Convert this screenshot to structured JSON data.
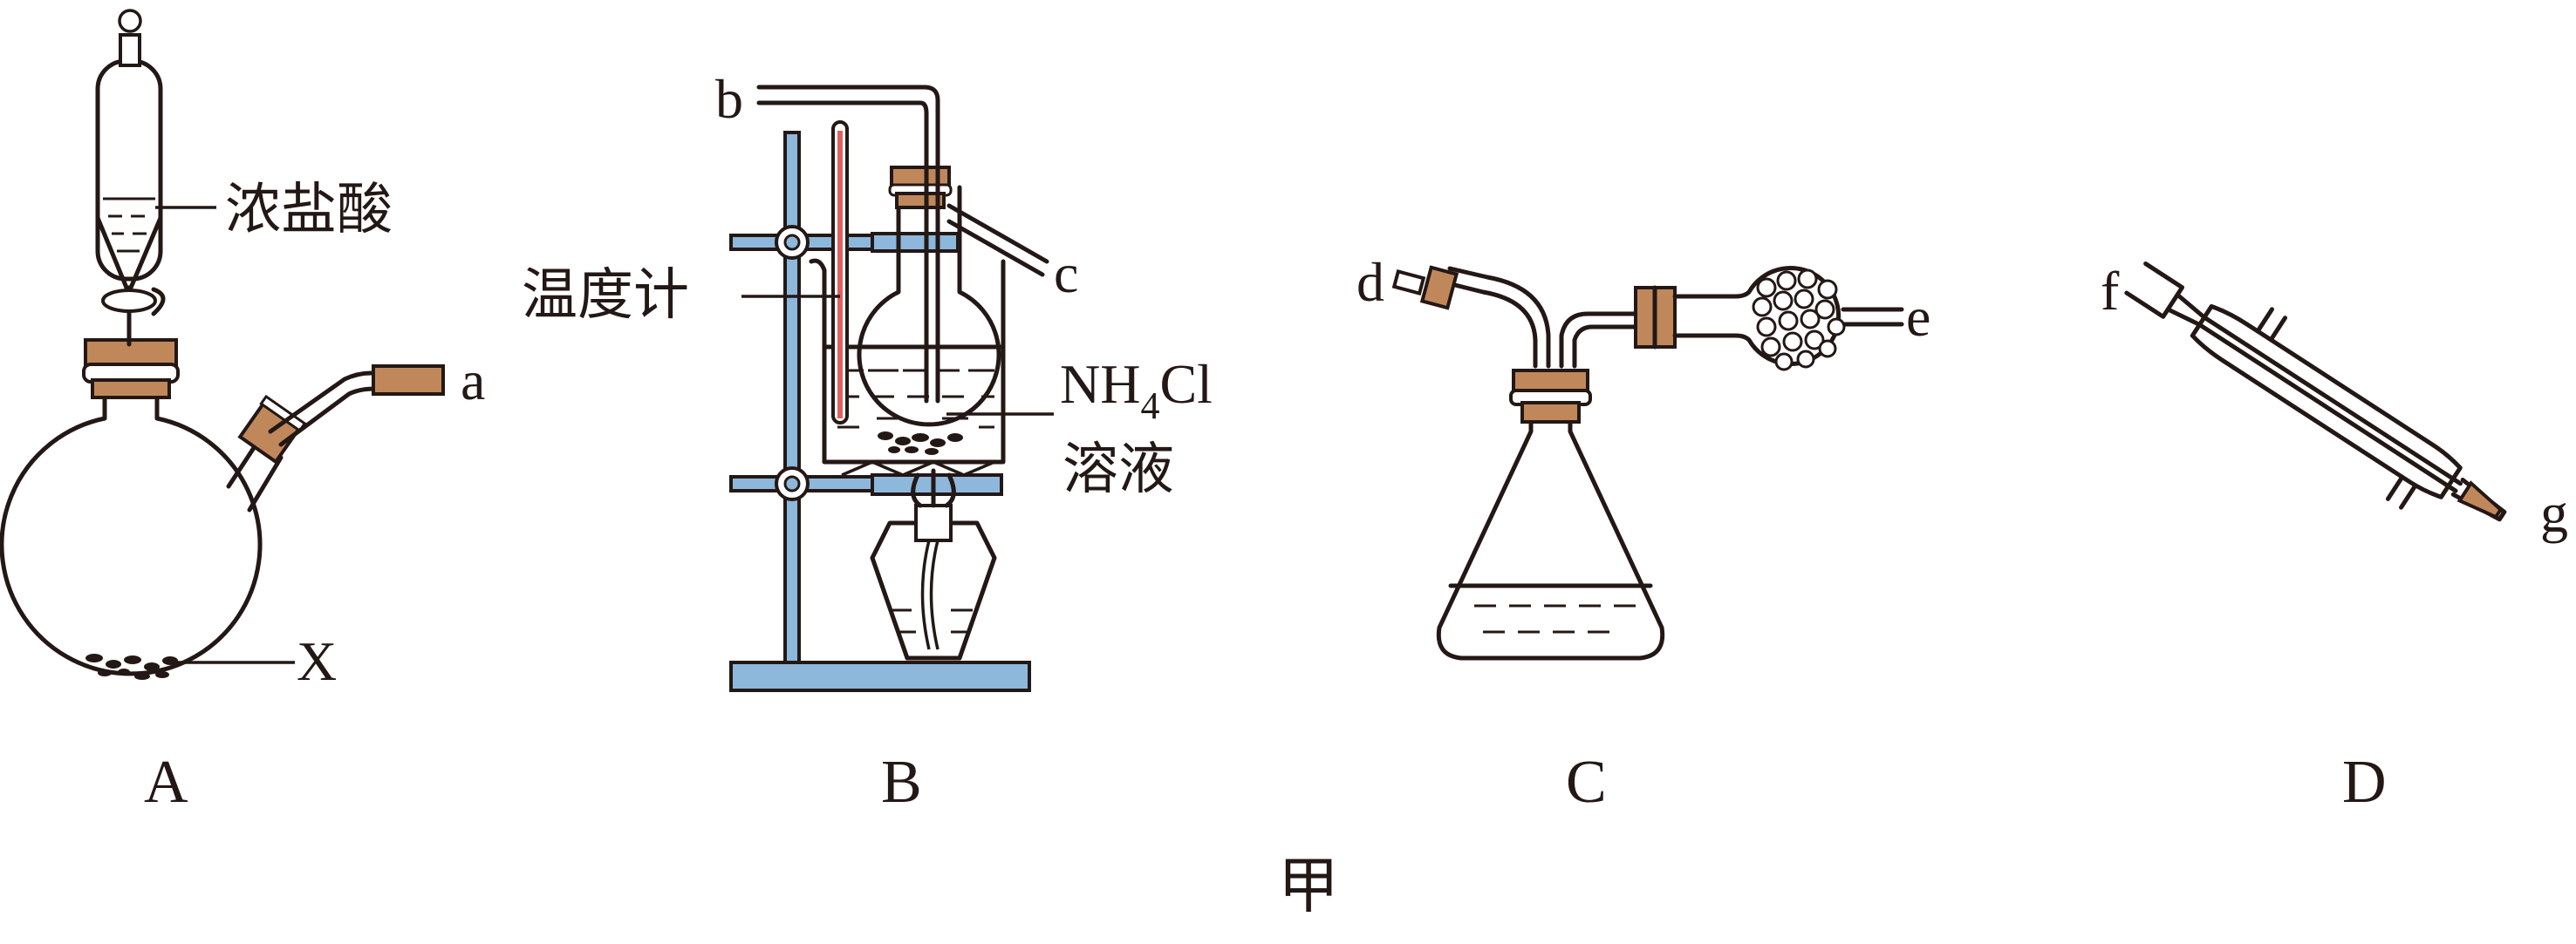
{
  "apparatus": {
    "A": {
      "caption": "A",
      "reagent_label": "浓盐酸",
      "solid_label": "X",
      "outlet_label": "a"
    },
    "B": {
      "caption": "B",
      "inlet_label": "b",
      "outlet_label": "c",
      "thermometer_label": "温度计",
      "solution_label_main": "NH",
      "solution_label_sub": "4",
      "solution_label_tail": "Cl",
      "solution_label_line2": "溶液"
    },
    "C": {
      "caption": "C",
      "inlet_label": "d",
      "outlet_label": "e"
    },
    "D": {
      "caption": "D",
      "inlet_label": "f",
      "outlet_label": "g"
    }
  },
  "figure_caption": "甲",
  "colors": {
    "stroke": "#231815",
    "cork": "#c0885a",
    "steel": "#8db8dc",
    "thermometer_liquid": "#e06060"
  }
}
